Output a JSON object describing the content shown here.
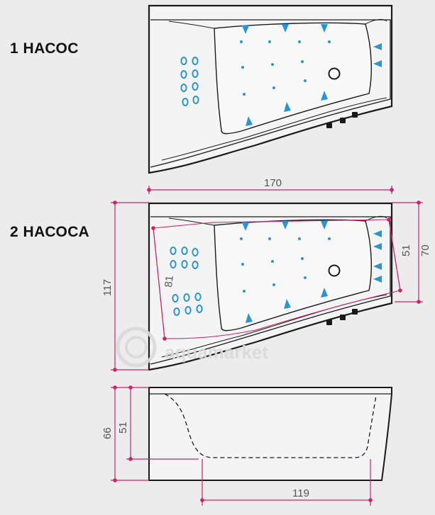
{
  "labels": {
    "one_pump": "1 НАСОС",
    "two_pumps": "2 НАСОСА"
  },
  "dimensions": {
    "length": "170",
    "width_max": "117",
    "width_min": "70",
    "headrest_depth": "51",
    "seat_depth": "81",
    "height_total": "66",
    "height_inner": "51",
    "bottom_length": "119"
  },
  "watermark": "aquamarket",
  "colors": {
    "jet": "#2a94d6",
    "dimension_line": "#d0216d",
    "outline": "#1a1a1a",
    "background": "#ececec"
  }
}
